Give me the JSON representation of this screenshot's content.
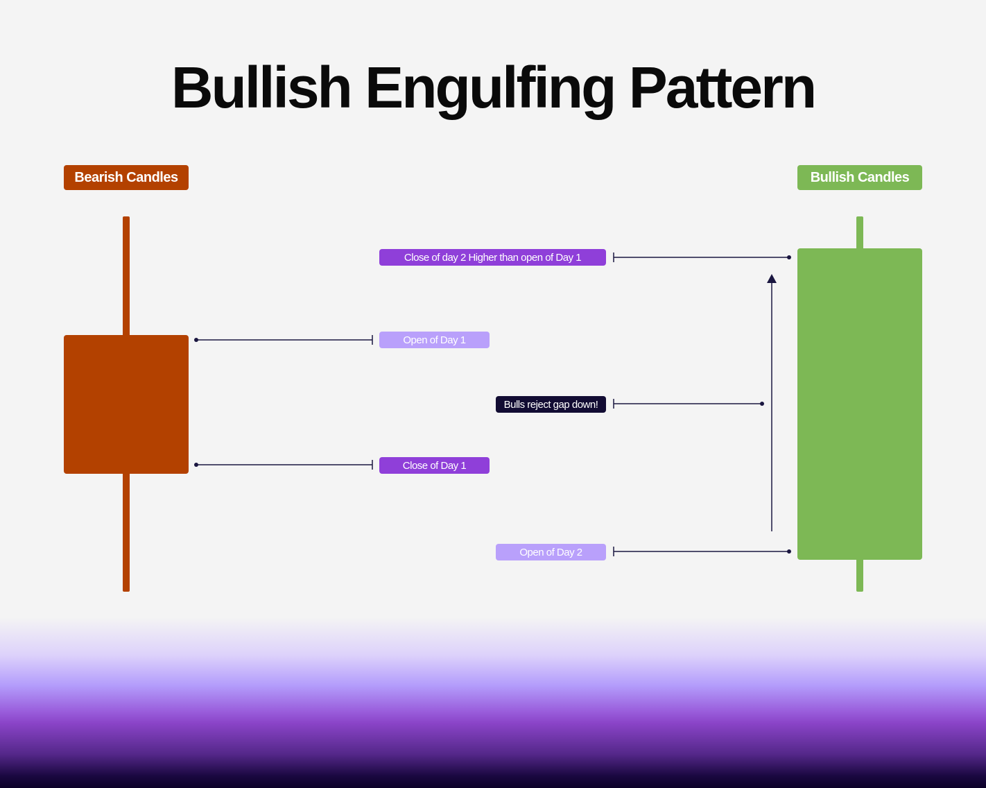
{
  "title": "Bullish Engulfing Pattern",
  "legend": {
    "bearish": "Bearish Candles",
    "bullish": "Bullish Candles"
  },
  "labels": {
    "close_day2": "Close of day 2 Higher than open of Day 1",
    "open_day1": "Open of Day 1",
    "bulls_reject": "Bulls reject gap down!",
    "close_day1": "Close of Day 1",
    "open_day2": "Open of Day 2"
  },
  "colors": {
    "bearish": "#b34100",
    "bullish": "#7db855",
    "purple": "#8f3fd9",
    "light_purple": "#b9a0fb",
    "dark": "#120c33",
    "background": "#f4f4f4"
  }
}
